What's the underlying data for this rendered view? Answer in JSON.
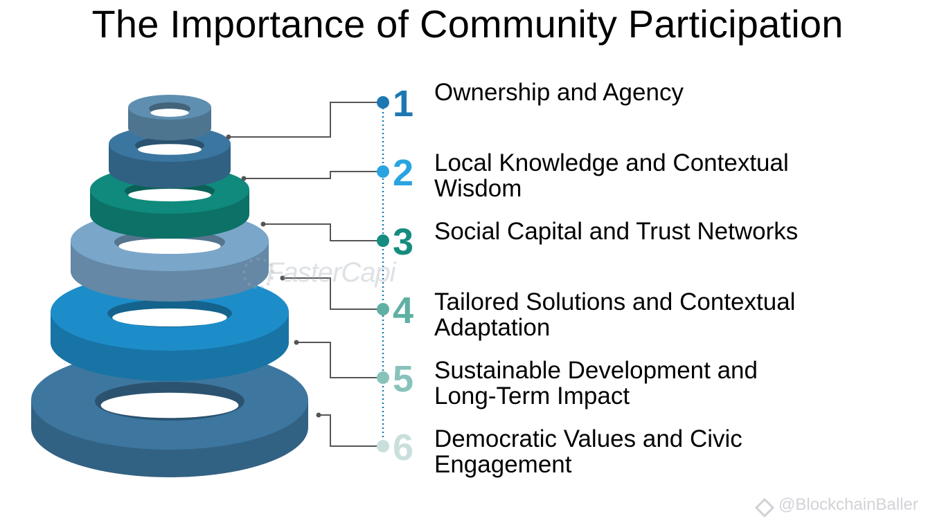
{
  "title": "The Importance of Community Participation",
  "items": [
    {
      "number": "1",
      "label_lines": [
        "Ownership and Agency"
      ],
      "color": "#1d78b2"
    },
    {
      "number": "2",
      "label_lines": [
        "Local Knowledge and Contextual",
        "Wisdom"
      ],
      "color": "#2aa4e0"
    },
    {
      "number": "3",
      "label_lines": [
        "Social Capital and Trust Networks"
      ],
      "color": "#168c7e"
    },
    {
      "number": "4",
      "label_lines": [
        "Tailored Solutions and Contextual",
        "Adaptation"
      ],
      "color": "#5fb0a3"
    },
    {
      "number": "5",
      "label_lines": [
        "Sustainable Development and",
        "Long-Term Impact"
      ],
      "color": "#88c2bb"
    },
    {
      "number": "6",
      "label_lines": [
        "Democratic Values and Civic",
        "Engagement"
      ],
      "color": "#c9dfdc"
    }
  ],
  "watermark": "FasterCapi",
  "credit": "@BlockchainBaller",
  "ring_colors": [
    "#3d77a0",
    "#1d8dc9",
    "#7aa6c9",
    "#0f8a7c",
    "#3a76a0",
    "#5f8fb0"
  ]
}
